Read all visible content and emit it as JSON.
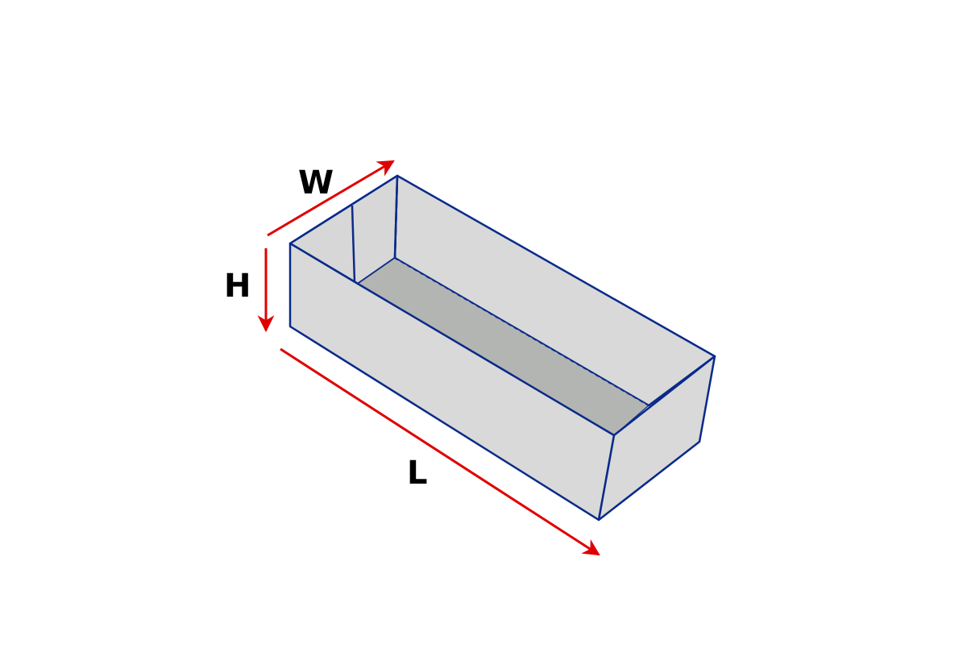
{
  "labels": {
    "width": "W",
    "height": "H",
    "length": "L"
  },
  "colors": {
    "outline": "#0a2a8a",
    "arrow": "#e00000",
    "wall": "#d8d9d8",
    "floor": "#b3b5b2"
  }
}
